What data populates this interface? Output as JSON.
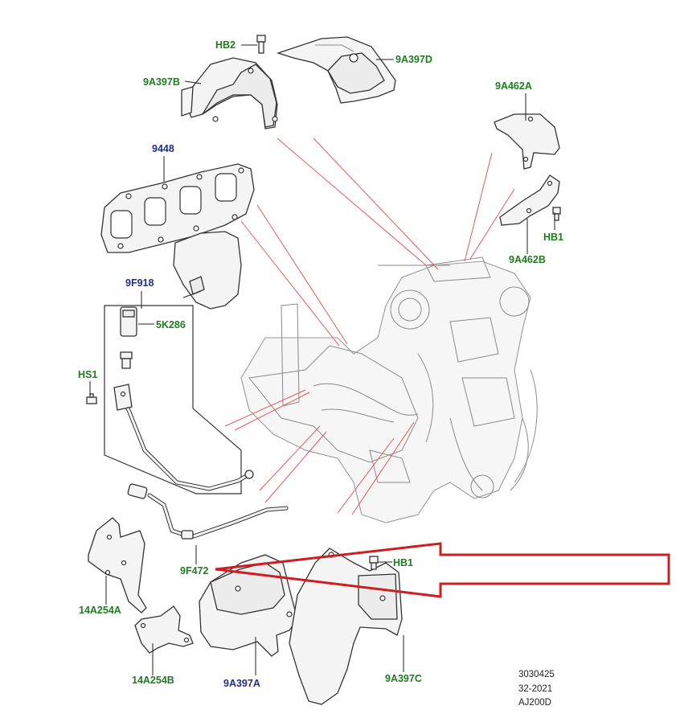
{
  "labels": {
    "hb2": "HB2",
    "p9a397d": "9A397D",
    "p9a397b": "9A397B",
    "p9a462a": "9A462A",
    "p9448": "9448",
    "hb1_top": "HB1",
    "p9a462b": "9A462B",
    "p9f918": "9F918",
    "p5k286": "5K286",
    "hs1": "HS1",
    "p9f472": "9F472",
    "hb1_bottom": "HB1",
    "p14a254a": "14A254A",
    "p14a254b": "14A254B",
    "p9a397a": "9A397A",
    "p9a397c": "9A397C"
  },
  "footer": {
    "line1": "3030425",
    "line2": "32-2021",
    "line3": "AJ200D"
  },
  "colors": {
    "label_green": "#1e7d1e",
    "label_blue": "#1d2f8c",
    "callout_red": "#cc1f1f",
    "leader_red": "#e25b5b"
  }
}
